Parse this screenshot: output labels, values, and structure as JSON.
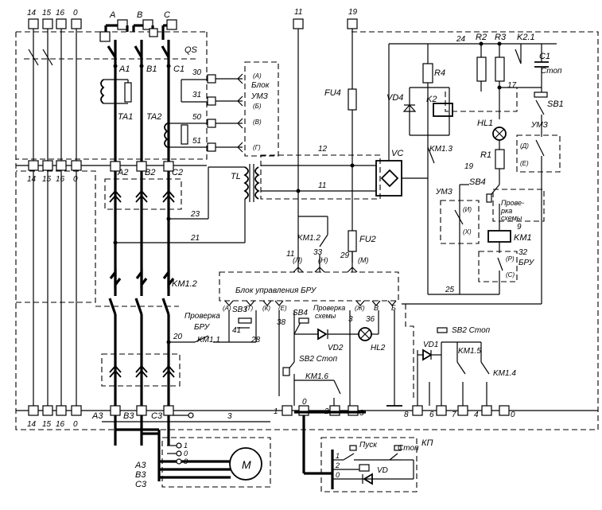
{
  "diagram": {
    "top_terminals": [
      "14",
      "15",
      "16",
      "0"
    ],
    "mid_terminals": [
      "14",
      "15",
      "16",
      "0"
    ],
    "bottom_terminals": [
      "14",
      "15",
      "16",
      "0"
    ],
    "phases_top": [
      "A",
      "B",
      "C"
    ],
    "switch_label": "QS",
    "phases_1": [
      "A1",
      "B1",
      "C1"
    ],
    "phases_2": [
      "A2",
      "B2",
      "C2"
    ],
    "phases_3": [
      "A3",
      "B3",
      "C3"
    ],
    "ta1": "TA1",
    "ta2": "TA2",
    "tl": "TL",
    "numbers_left": [
      "30",
      "31",
      "50",
      "51",
      "23",
      "21",
      "20"
    ],
    "umz_block": {
      "line1": "Блок",
      "line2": "УМЗ",
      "inputs": [
        "(А)",
        "(Б)",
        "(В)",
        "(Г)"
      ]
    },
    "top_wire_numbers": [
      "11",
      "19"
    ],
    "fu4": "FU4",
    "fu2": "FU2",
    "vc": "VC",
    "num_12": "12",
    "num_11b": "11",
    "relay": {
      "r4": "R4",
      "vd4": "VD4",
      "k2": "K2",
      "km13": "KM1.3",
      "n24": "24",
      "r2": "R2",
      "r3": "R3",
      "k21": "K2.1",
      "c1": "C1",
      "n17": "17",
      "stop": "Стоп",
      "sb1": "SB1",
      "hl1": "HL1",
      "umz_d": "(Д)",
      "umz_e": "(Е)",
      "umz": "УМЗ",
      "r1": "R1",
      "n19": "19",
      "sb4": "SB4",
      "prov1": "Прове-",
      "prov2": "рка",
      "prov3": "схемы",
      "umz2": "УМЗ",
      "umz_i": "(И)",
      "umz_x": "(Х)",
      "n9": "9",
      "km1": "KM1",
      "n32": "32",
      "bru": "БРУ",
      "bru_r": "(Р)",
      "bru_s": "(С)",
      "n25": "25"
    },
    "km12_top": "KM1.2",
    "km12_side": "KM1.2",
    "n33": "33",
    "n29": "29",
    "bru_block_title": "Блок управления БРУ",
    "bru_block_nums_top": [
      "11",
      "(Л)",
      "(Н)",
      "(М)"
    ],
    "bru_block_inputs": [
      "(А)",
      "(Т)",
      "(К)",
      "(Е)",
      "(Ж)",
      "В",
      "Б"
    ],
    "check_bru": {
      "l1": "Проверка",
      "l2": "БРУ"
    },
    "sb3": "SB3",
    "n41": "41",
    "n28": "28",
    "km11": "KM1.1",
    "n38": "38",
    "sb4b": "SB4",
    "check_scheme": {
      "l1": "Проверка",
      "l2": "схемы"
    },
    "n3": "3",
    "n36": "36",
    "vd2": "VD2",
    "hl2": "HL2",
    "sb2_stop": "SB2 Стоп",
    "km16": "KM1.6",
    "vd1": "VD1",
    "sb2_stop2": "SB2 Стоп",
    "km15": "KM1.5",
    "km14": "KM1.4",
    "bottom_nums": [
      "1",
      "0",
      "2",
      "3",
      "8",
      "6",
      "7",
      "4",
      "0"
    ],
    "bus_3": "3",
    "motor": "M",
    "motor_inputs": [
      "A3",
      "B3",
      "C3"
    ],
    "motor_taps": [
      "1",
      "0",
      "3"
    ],
    "kp": {
      "title": "КП",
      "pusk": "Пуск",
      "stop": "Стоп",
      "vd": "VD",
      "rows": [
        "1",
        "2",
        "0"
      ]
    }
  }
}
